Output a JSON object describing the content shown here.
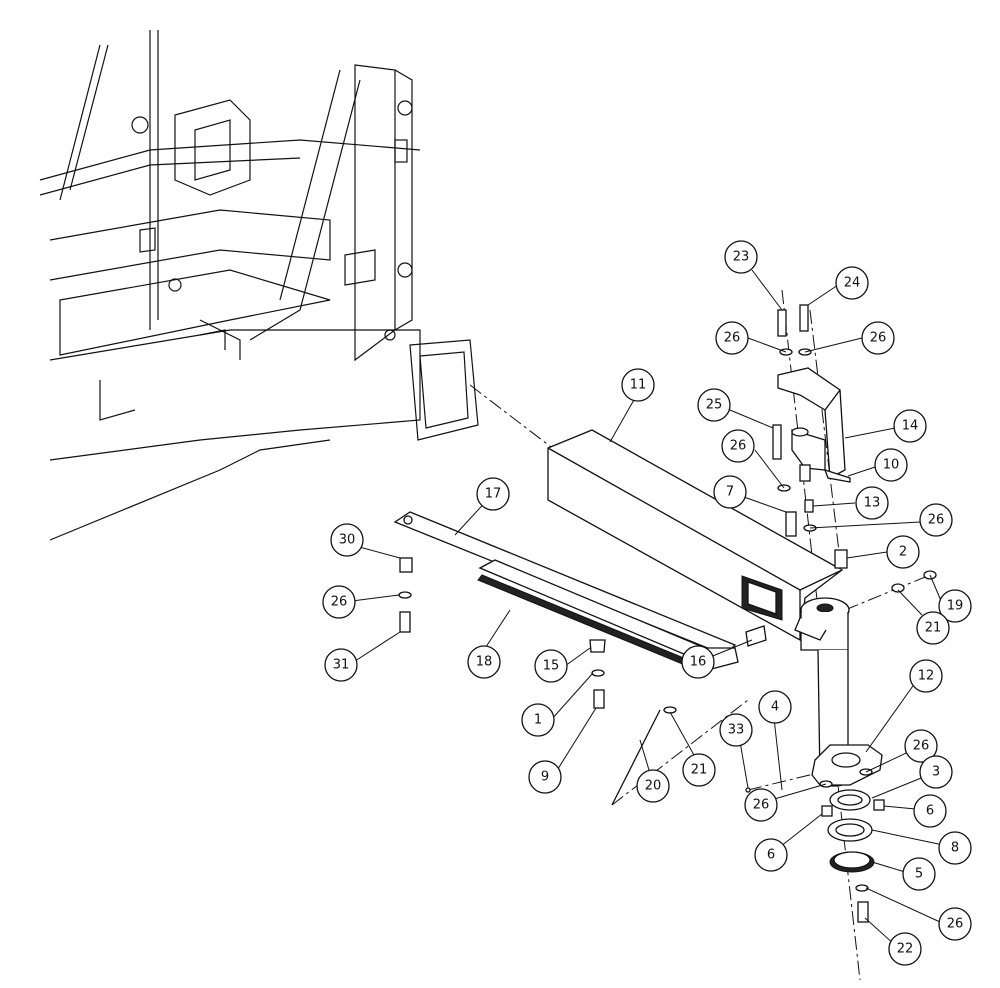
{
  "diagram": {
    "background": "#ffffff",
    "line_color": "#111111",
    "callouts": [
      {
        "id": "c23",
        "label": "23"
      },
      {
        "id": "c24",
        "label": "24"
      },
      {
        "id": "c26a",
        "label": "26"
      },
      {
        "id": "c26b",
        "label": "26"
      },
      {
        "id": "c11",
        "label": "11"
      },
      {
        "id": "c25",
        "label": "25"
      },
      {
        "id": "c14",
        "label": "14"
      },
      {
        "id": "c26c",
        "label": "26"
      },
      {
        "id": "c10",
        "label": "10"
      },
      {
        "id": "c17",
        "label": "17"
      },
      {
        "id": "c7",
        "label": "7"
      },
      {
        "id": "c13",
        "label": "13"
      },
      {
        "id": "c26d",
        "label": "26"
      },
      {
        "id": "c30",
        "label": "30"
      },
      {
        "id": "c2",
        "label": "2"
      },
      {
        "id": "c26e",
        "label": "26"
      },
      {
        "id": "c19",
        "label": "19"
      },
      {
        "id": "c21a",
        "label": "21"
      },
      {
        "id": "c31",
        "label": "31"
      },
      {
        "id": "c18",
        "label": "18"
      },
      {
        "id": "c16",
        "label": "16"
      },
      {
        "id": "c15",
        "label": "15"
      },
      {
        "id": "c12",
        "label": "12"
      },
      {
        "id": "c1",
        "label": "1"
      },
      {
        "id": "c4",
        "label": "4"
      },
      {
        "id": "c33",
        "label": "33"
      },
      {
        "id": "c26f",
        "label": "26"
      },
      {
        "id": "c9",
        "label": "9"
      },
      {
        "id": "c20",
        "label": "20"
      },
      {
        "id": "c21b",
        "label": "21"
      },
      {
        "id": "c3",
        "label": "3"
      },
      {
        "id": "c26g",
        "label": "26"
      },
      {
        "id": "c6a",
        "label": "6"
      },
      {
        "id": "c6b",
        "label": "6"
      },
      {
        "id": "c8",
        "label": "8"
      },
      {
        "id": "c5",
        "label": "5"
      },
      {
        "id": "c26h",
        "label": "26"
      },
      {
        "id": "c22",
        "label": "22"
      }
    ]
  }
}
